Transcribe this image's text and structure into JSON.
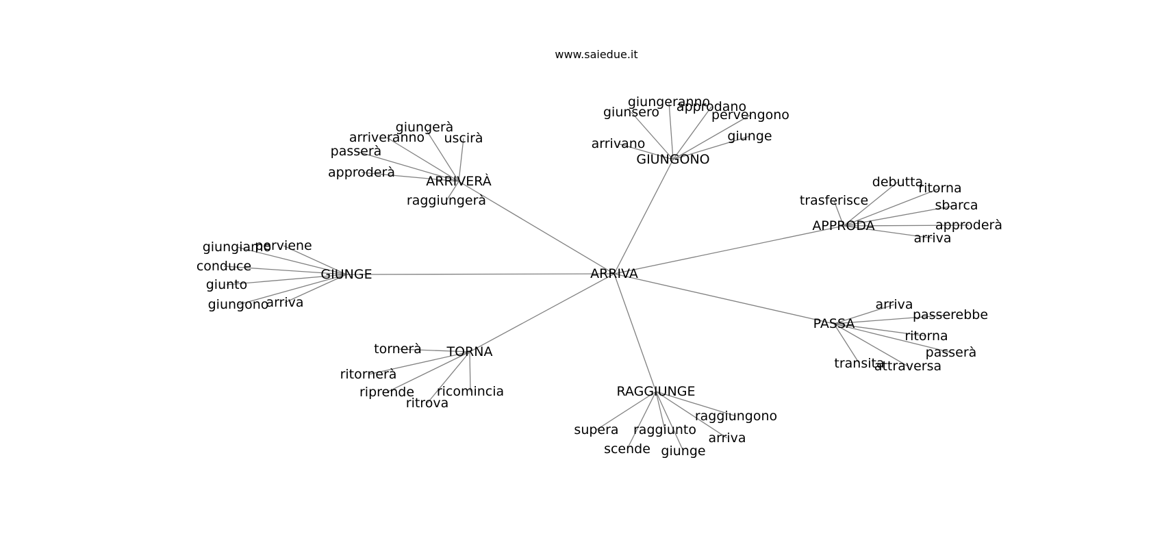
{
  "site": {
    "title": "www.saiedue.it"
  },
  "colors": {
    "edge": "#808080",
    "text": "#000000",
    "background": "#ffffff"
  },
  "graph": {
    "root": "ARRIVA",
    "hubs": [
      {
        "label": "ARRIVERÀ",
        "leaves": [
          "giungerà",
          "arriveranno",
          "uscirà",
          "passerà",
          "approderà",
          "raggiungerà"
        ]
      },
      {
        "label": "GIUNGONO",
        "leaves": [
          "giungeranno",
          "approdano",
          "giunsero",
          "pervengono",
          "arrivano",
          "giunge"
        ]
      },
      {
        "label": "APPRODA",
        "leaves": [
          "debutta",
          "ritorna",
          "trasferisce",
          "sbarca",
          "approderà",
          "arriva"
        ]
      },
      {
        "label": "GIUNGE",
        "leaves": [
          "giungiamo",
          "perviene",
          "conduce",
          "giunto",
          "giungono",
          "arriva"
        ]
      },
      {
        "label": "PASSA",
        "leaves": [
          "arriva",
          "passerebbe",
          "ritorna",
          "passerà",
          "transita",
          "attraversa"
        ]
      },
      {
        "label": "TORNA",
        "leaves": [
          "tornerà",
          "ritornerà",
          "riprende",
          "ricomincia",
          "ritrova"
        ]
      },
      {
        "label": "RAGGIUNGE",
        "leaves": [
          "raggiungono",
          "supera",
          "raggiunto",
          "arriva",
          "scende",
          "giunge"
        ]
      }
    ]
  }
}
